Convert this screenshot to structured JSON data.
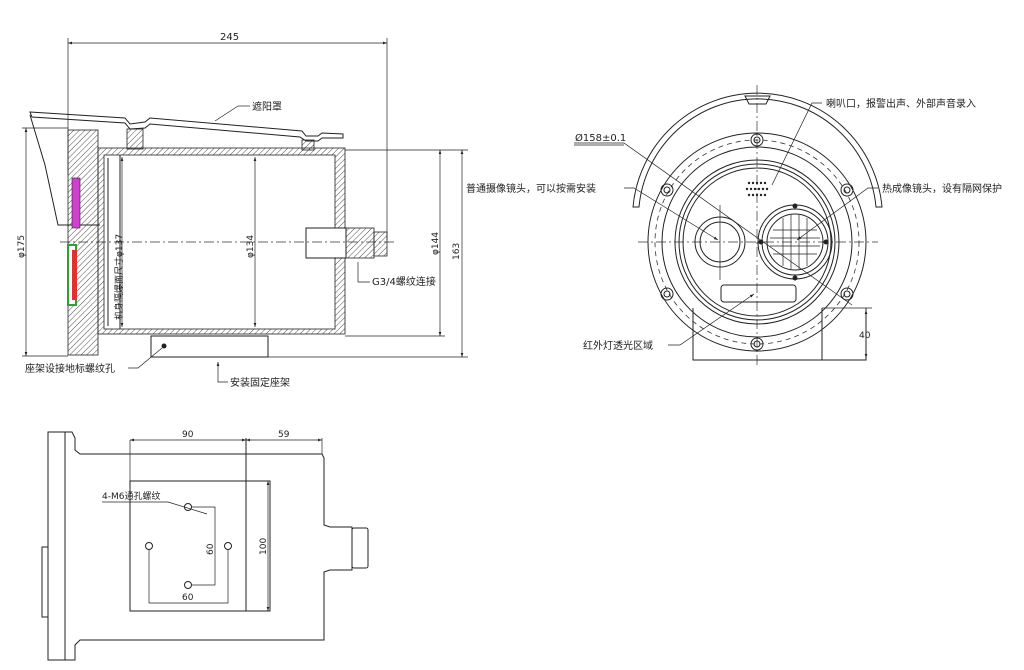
{
  "side_view": {
    "dim_length": "245",
    "dim_outer_dia": "φ175",
    "dim_body_dia": "φ144",
    "dim_inner_dia": "φ134",
    "dim_height": "163",
    "label_flameproof": "机身隔爆面尺寸φ137",
    "label_sunshade": "遮阳罩",
    "label_thread": "G3/4螺纹连接",
    "label_ground_hole": "座架设接地标螺纹孔",
    "label_mount": "安装固定座架"
  },
  "front_view": {
    "label_dia": "Ø158±0.1",
    "label_speaker": "喇叭口，报警出声、外部声音录入",
    "label_camera": "普通摄像镜头，可以按需安装",
    "label_thermal": "热成像镜头，设有隔网保护",
    "label_ir": "红外灯透光区域",
    "dim_base": "40"
  },
  "bottom_view": {
    "dim_90": "90",
    "dim_59": "59",
    "dim_100": "100",
    "dim_60_v": "60",
    "dim_60_h": "60",
    "label_holes": "4-M6通孔螺纹"
  },
  "colors": {
    "line": "#222222",
    "magenta": "#d040d0",
    "red": "#e03030",
    "green": "#30a030"
  }
}
